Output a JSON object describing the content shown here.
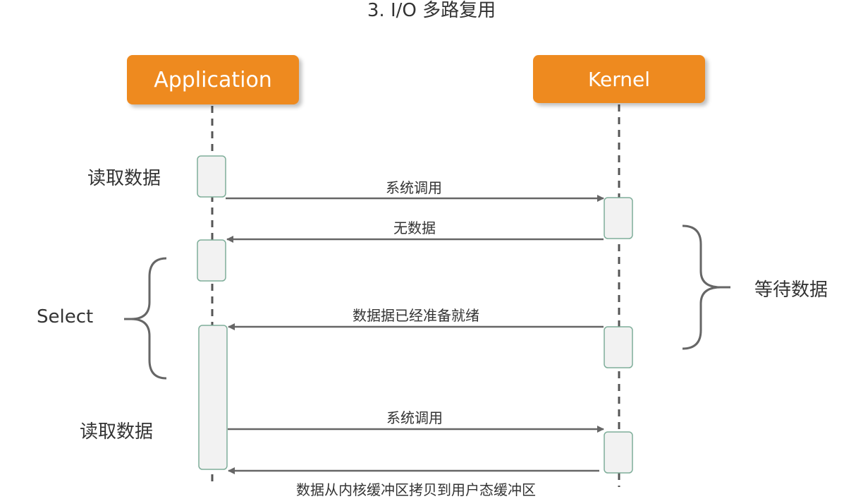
{
  "title": "3. I/O 多路复用",
  "actors": {
    "application": "Application",
    "kernel": "Kernel"
  },
  "side_labels": {
    "read_data_1": "读取数据",
    "select": "Select",
    "read_data_2": "读取数据",
    "wait_data": "等待数据"
  },
  "messages": {
    "syscall_1": "系统调用",
    "no_data": "无数据",
    "data_ready": "数据据已经准备就绪",
    "syscall_2": "系统调用",
    "copy_data": "数据从内核缓冲区拷贝到用户态缓冲区"
  },
  "colors": {
    "actor_fill": "#ee8a1f",
    "activation_fill": "#f2f2f2",
    "activation_border": "#7fae9a",
    "arrow": "#666666",
    "lifeline": "#555555"
  }
}
